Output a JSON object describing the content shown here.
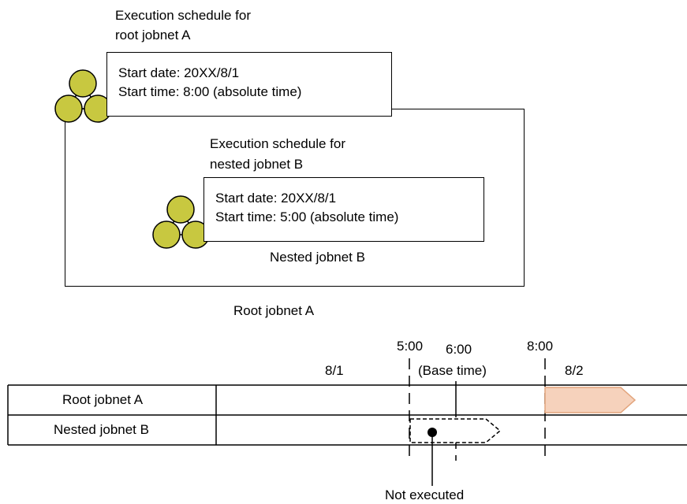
{
  "root_schedule": {
    "title_line1": "Execution schedule for",
    "title_line2": "root jobnet A",
    "start_date": "Start date: 20XX/8/1",
    "start_time": "Start time: 8:00 (absolute time)"
  },
  "nested_schedule": {
    "title_line1": "Execution schedule for",
    "title_line2": "nested jobnet B",
    "start_date": "Start date: 20XX/8/1",
    "start_time": "Start time: 5:00 (absolute time)"
  },
  "labels": {
    "nested_jobnet": "Nested jobnet B",
    "root_jobnet": "Root jobnet A"
  },
  "timeline": {
    "time_5": "5:00",
    "time_6": "6:00",
    "base_time": "(Base time)",
    "time_8": "8:00",
    "date_1": "8/1",
    "date_2": "8/2",
    "row_root": "Root jobnet A",
    "row_nested": "Nested jobnet B",
    "not_executed": "Not executed"
  },
  "colors": {
    "jobnet_icon_fill": "#c8c840",
    "executed_arrow_fill": "#f6d2bc",
    "executed_arrow_stroke": "#e2a47c"
  }
}
